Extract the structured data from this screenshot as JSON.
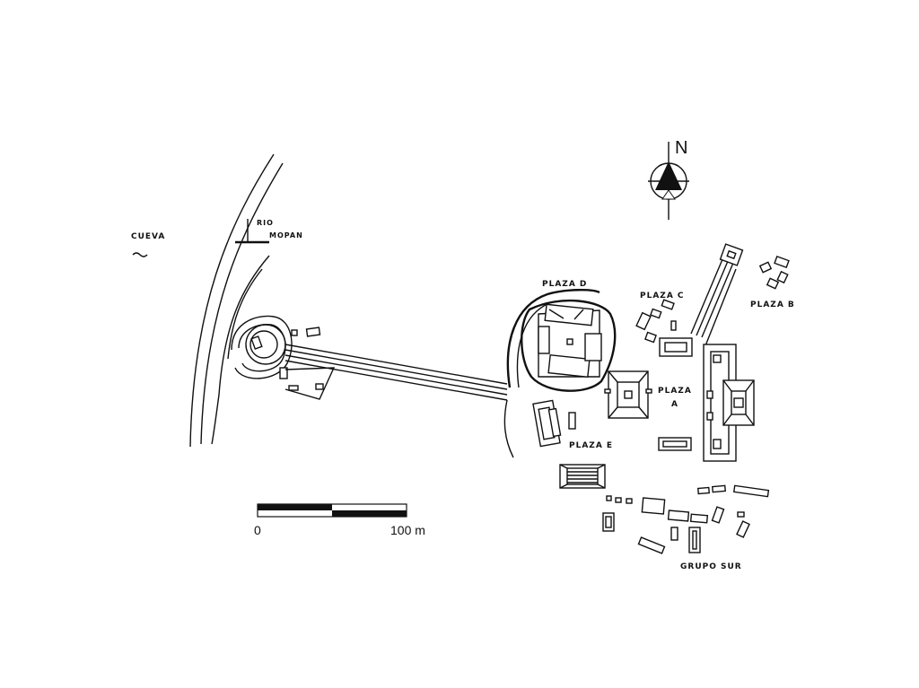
{
  "labels": {
    "cueva": "CUEVA",
    "rio_line1": "RIO",
    "rio_line2": "MOPAN",
    "plaza_a_line1": "PLAZA",
    "plaza_a_line2": "A",
    "plaza_b": "PLAZA B",
    "plaza_c": "PLAZA C",
    "plaza_d": "PLAZA D",
    "plaza_e": "PLAZA E",
    "grupo_sur": "GRUPO SUR"
  },
  "north": {
    "label": "N"
  },
  "scale": {
    "start": "0",
    "end": "100 m"
  },
  "colors": {
    "ink": "#111111",
    "paper": "#ffffff"
  }
}
